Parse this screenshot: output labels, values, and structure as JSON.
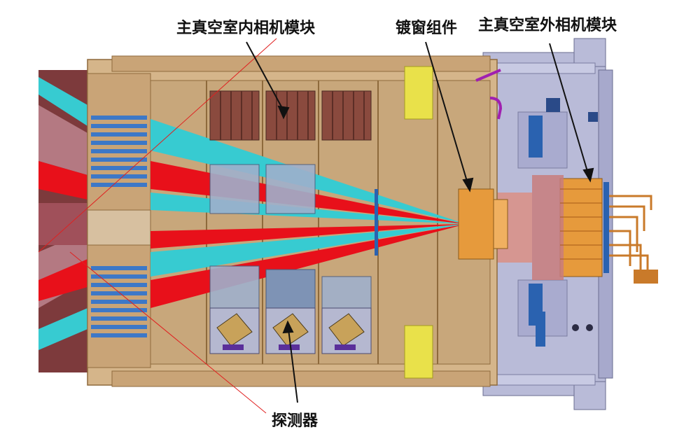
{
  "labels": {
    "inner_camera_module": "主真空室内相机模块",
    "window_assembly": "镀窗组件",
    "outer_camera_module": "主真空室外相机模块",
    "detector": "探测器"
  },
  "colors": {
    "inner_frame": "#c9a477",
    "inner_frame_dark": "#8e6a3c",
    "outer_housing": "#b9bbd8",
    "outer_housing_dark": "#8f91b5",
    "beam_red": "#e8101a",
    "beam_cyan": "#37cbd1",
    "heatsink_brown": "#8a4a3e",
    "detector_blue": "#7e93b5",
    "window_orange": "#e69a3c",
    "shutter_yellow": "#e9e14a",
    "cooling_blue": "#2a62b0",
    "cable_copper": "#c97a2a",
    "left_baffle": "#7d3a3c"
  }
}
